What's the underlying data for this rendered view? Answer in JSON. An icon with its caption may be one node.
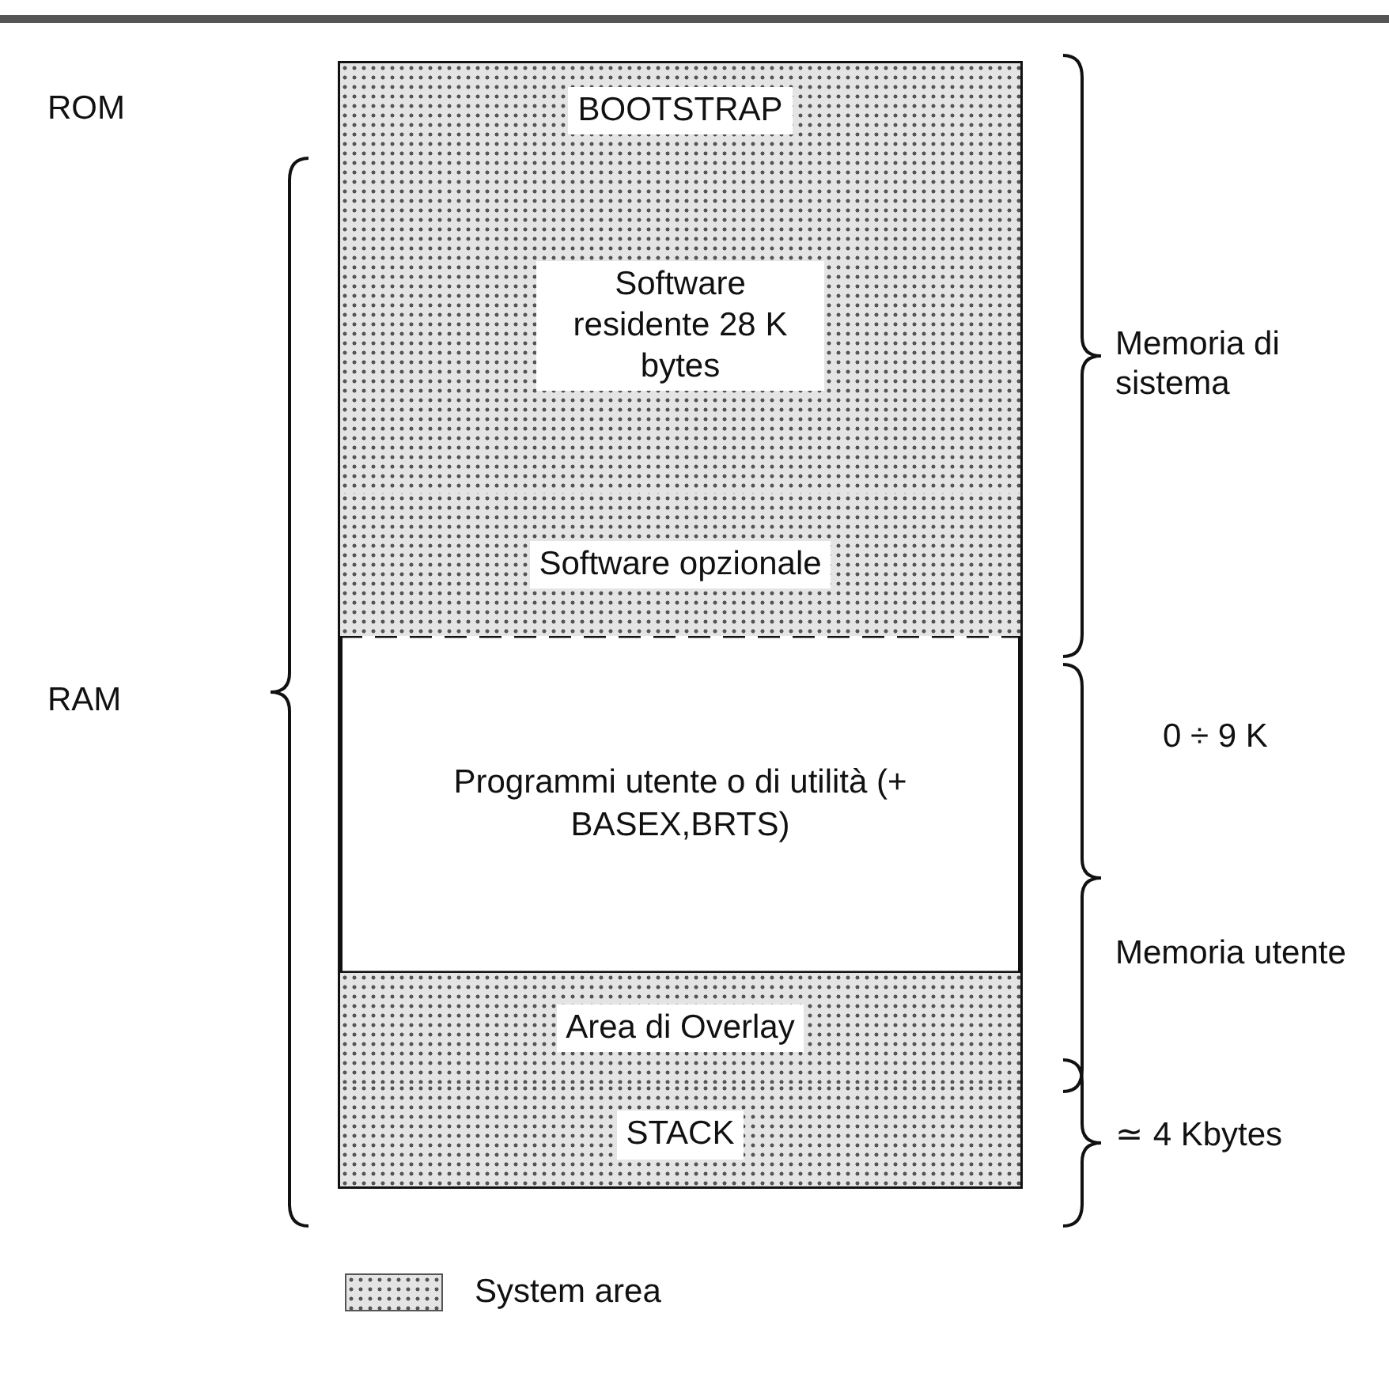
{
  "diagram": {
    "nodes": [
      {
        "text": [
          "BOOTSTRAP"
        ]
      },
      {
        "text": [
          "Software residente 28 K bytes"
        ]
      },
      {
        "text": [
          "Software opzionale"
        ]
      },
      {
        "text": [
          "Programmi utente o di utilità (+ BASEX,BRTS)"
        ]
      },
      {
        "text": [
          "Area di Overlay"
        ]
      },
      {
        "text": [
          "STACK"
        ]
      }
    ],
    "edges": [],
    "labels": [
      "ROM",
      "Memoria di sistema",
      "RAM",
      "0 ÷ 9 K",
      "Memoria utente",
      "≃ 4 Kbytes"
    ],
    "legend": [
      {
        "text": "System area"
      }
    ]
  }
}
